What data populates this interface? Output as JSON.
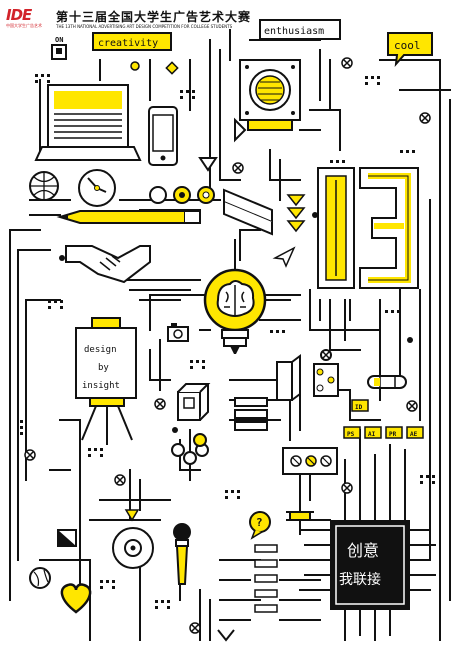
{
  "header": {
    "logo_text": "IDE",
    "logo_sub": "中国大学生广告艺术",
    "title_cn": "第十三届全国大学生广告艺术大赛",
    "title_en": "THE 13TH NATIONAL ADVERTISING ART DESIGN COMPETITION FOR COLLEGE STUDENTS"
  },
  "labels": {
    "on": "ON",
    "creativity": "creativity",
    "enthusiasm": "enthusiasm",
    "cool": "cool",
    "design_line1": "design",
    "design_line2": "by",
    "design_line3": "insight",
    "question": "?",
    "chip_line1": "创意",
    "chip_line2": "我联接"
  },
  "software_tags": [
    "ID",
    "PS",
    "AI",
    "PR",
    "AE"
  ],
  "colors": {
    "accent": "#ffe600",
    "ink": "#111111",
    "paper": "#ffffff",
    "brand": "#d2232a"
  }
}
